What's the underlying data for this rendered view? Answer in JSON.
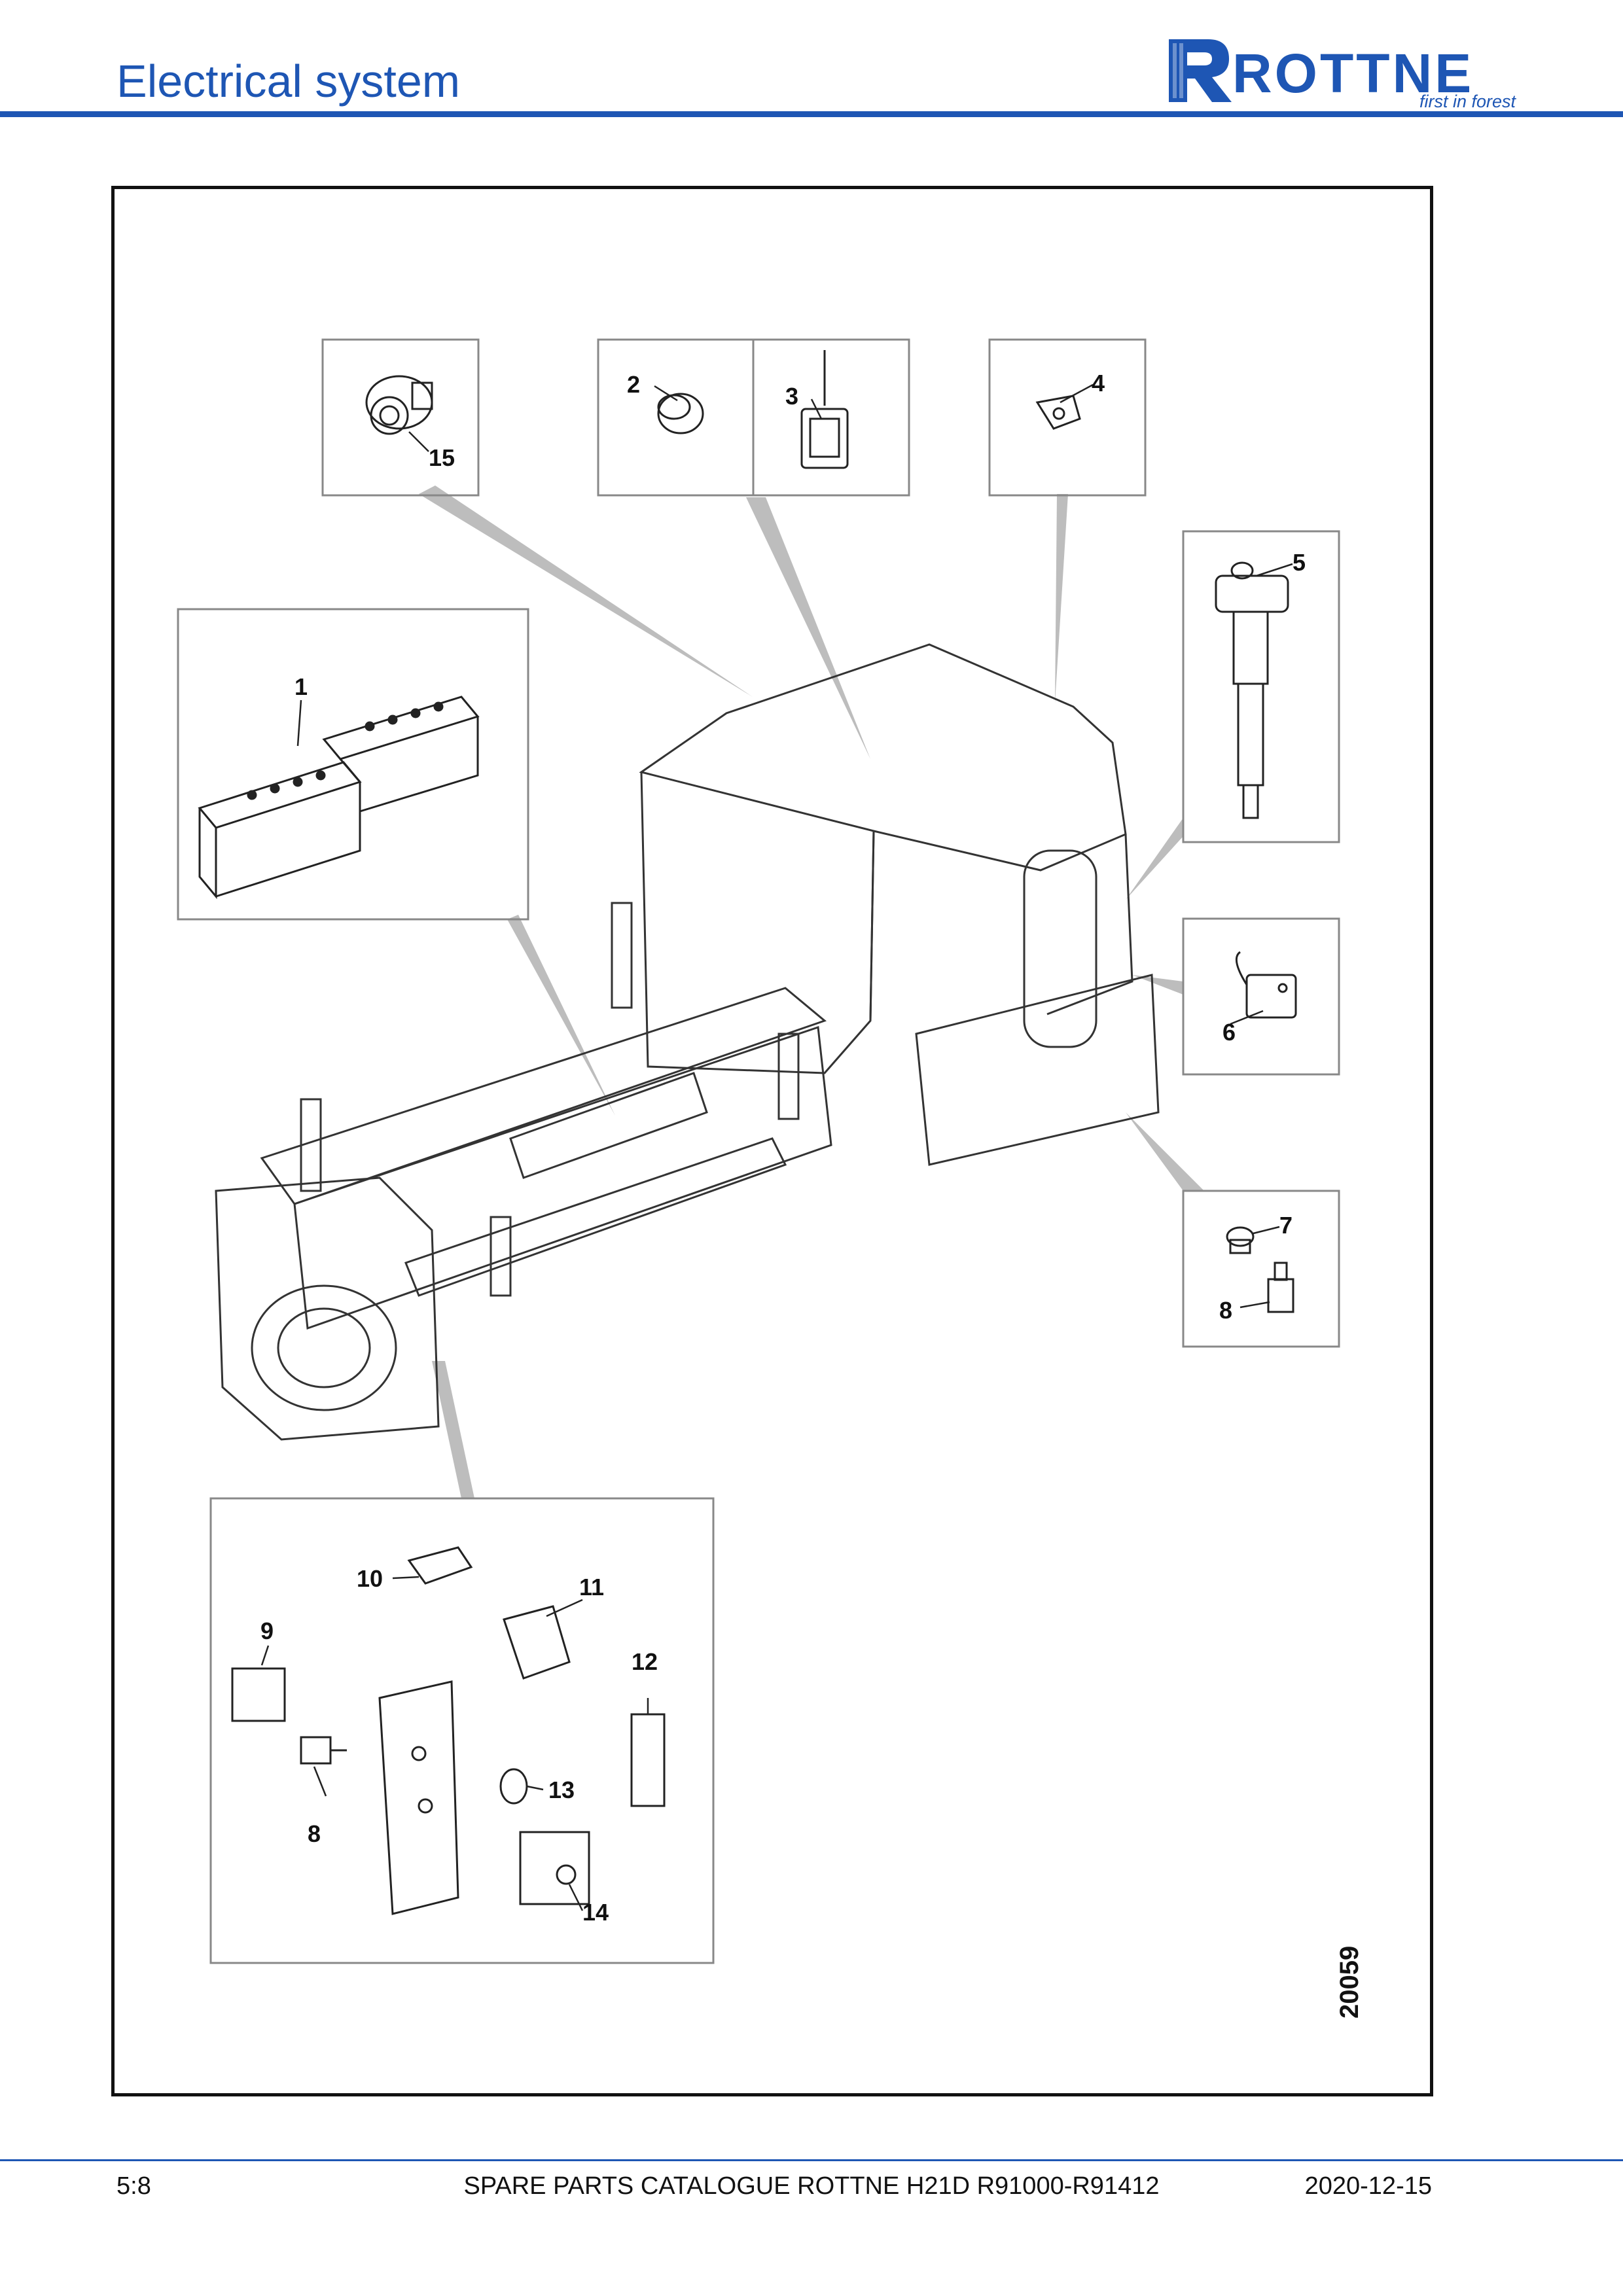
{
  "header": {
    "title": "Electrical system",
    "logo_text": "ROTTNE",
    "logo_tagline": "first in forest",
    "brand_color": "#1e56b4"
  },
  "figure": {
    "drawing_number": "20059",
    "callouts": {
      "c1": "1",
      "c2": "2",
      "c3": "3",
      "c4": "4",
      "c5": "5",
      "c6": "6",
      "c7": "7",
      "c8a": "8",
      "c8b": "8",
      "c9": "9",
      "c10": "10",
      "c11": "11",
      "c12": "12",
      "c13": "13",
      "c14": "14",
      "c15": "15"
    }
  },
  "footer": {
    "page_number": "5:8",
    "catalogue_title": "SPARE PARTS CATALOGUE ROTTNE H21D R91000-R91412",
    "date": "2020-12-15"
  }
}
